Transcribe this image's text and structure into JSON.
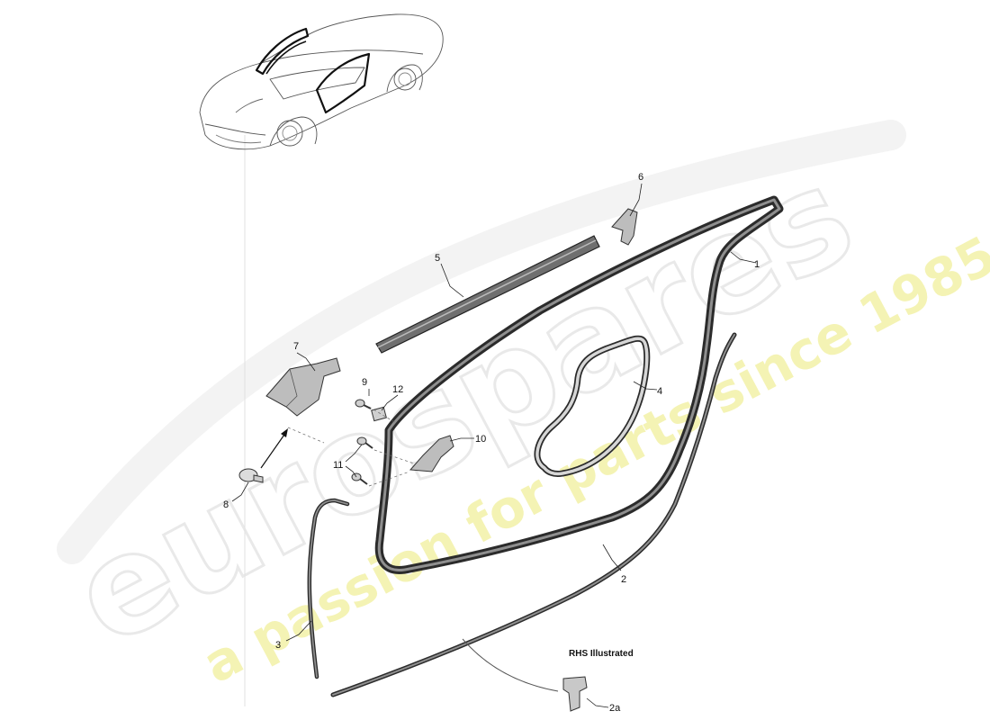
{
  "watermark": {
    "brand": "eurospares",
    "tagline": "a passion for parts since 1985"
  },
  "note": "RHS Illustrated",
  "callouts": {
    "c1": "1",
    "c2": "2",
    "c2a": "2a",
    "c3": "3",
    "c4": "4",
    "c5": "5",
    "c6": "6",
    "c7": "7",
    "c8": "8",
    "c9": "9",
    "c10": "10",
    "c11": "11",
    "c12": "12"
  }
}
